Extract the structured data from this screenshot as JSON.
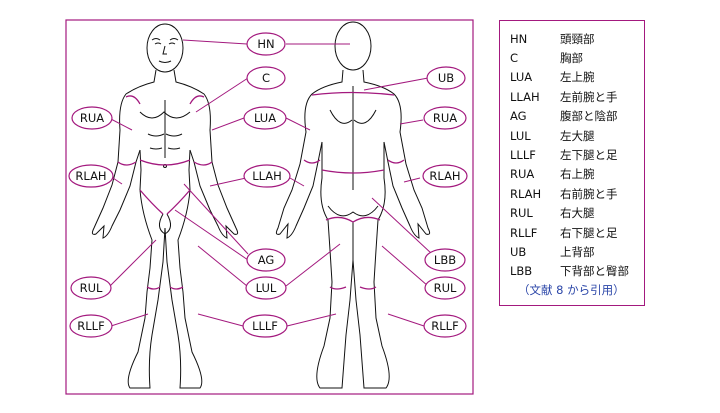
{
  "labels": {
    "HN": "HN",
    "C": "C",
    "RUA": "RUA",
    "LUA": "LUA",
    "RLAH": "RLAH",
    "LLAH": "LLAH",
    "AG": "AG",
    "RUL": "RUL",
    "LUL": "LUL",
    "RLLF": "RLLF",
    "LLLF": "LLLF",
    "UB": "UB",
    "LBB": "LBB"
  },
  "legend": {
    "rows": [
      {
        "code": "HN",
        "name": "頭頸部"
      },
      {
        "code": "C",
        "name": "胸部"
      },
      {
        "code": "LUA",
        "name": "左上腕"
      },
      {
        "code": "LLAH",
        "name": "左前腕と手"
      },
      {
        "code": "AG",
        "name": "腹部と陰部"
      },
      {
        "code": "LUL",
        "name": "左大腿"
      },
      {
        "code": "LLLF",
        "name": "左下腿と足"
      },
      {
        "code": "RUA",
        "name": "右上腕"
      },
      {
        "code": "RLAH",
        "name": "右前腕と手"
      },
      {
        "code": "RUL",
        "name": "右大腿"
      },
      {
        "code": "RLLF",
        "name": "右下腿と足"
      },
      {
        "code": "UB",
        "name": "上背部"
      },
      {
        "code": "LBB",
        "name": "下背部と臀部"
      }
    ],
    "citation": "（文献 8 から引用）"
  },
  "colors": {
    "accent": "#a3197e",
    "outline": "#111111",
    "citation": "#2b46a8"
  }
}
